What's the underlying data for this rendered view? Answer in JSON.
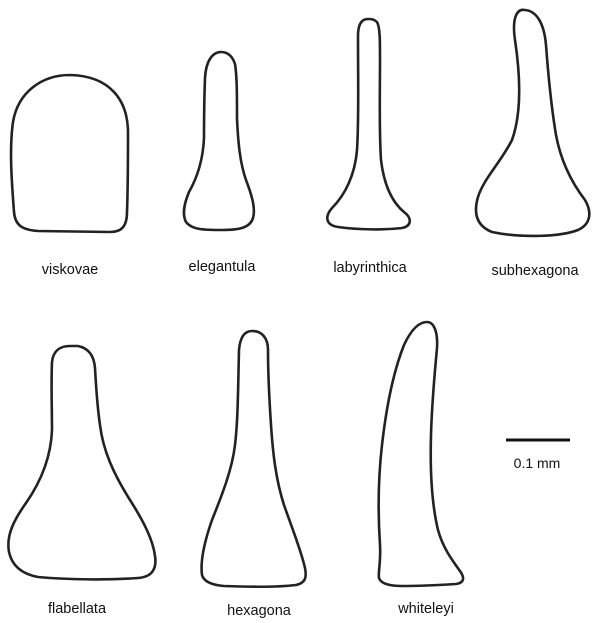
{
  "specimens": [
    {
      "name": "viskovae"
    },
    {
      "name": "elegantula"
    },
    {
      "name": "labyrinthica"
    },
    {
      "name": "subhexagona"
    },
    {
      "name": "flabellata"
    },
    {
      "name": "hexagona"
    },
    {
      "name": "whiteleyi"
    }
  ],
  "scale": {
    "label": "0.1 mm"
  }
}
